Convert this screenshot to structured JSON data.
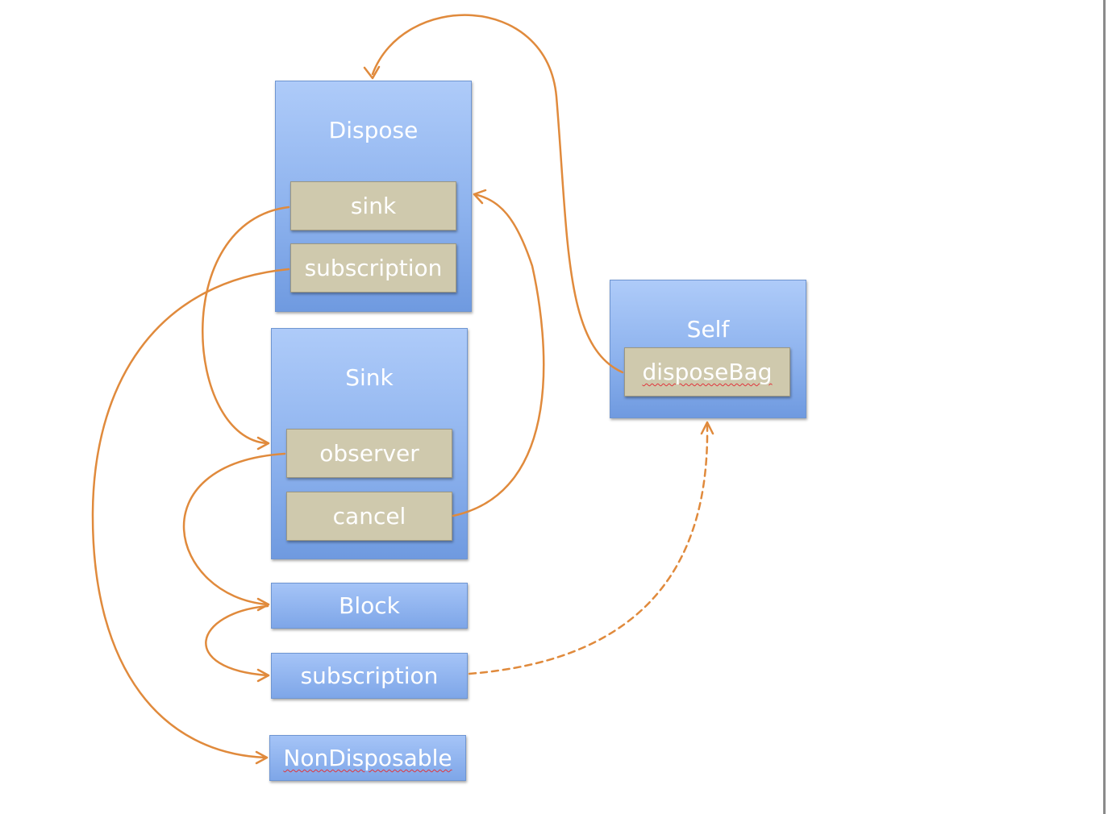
{
  "boxes": {
    "dispose": {
      "title": "Dispose",
      "fields": [
        "sink",
        "subscription"
      ]
    },
    "sink": {
      "title": "Sink",
      "fields": [
        "observer",
        "cancel"
      ]
    },
    "self": {
      "title": "Self",
      "fields": [
        "disposeBag"
      ]
    }
  },
  "bars": {
    "block": "Block",
    "subscription": "subscription",
    "non_disposable": "NonDisposable"
  },
  "colors": {
    "arrow": "#e08a3c",
    "box": "#8eb3ee",
    "field": "#cfc9ad"
  }
}
